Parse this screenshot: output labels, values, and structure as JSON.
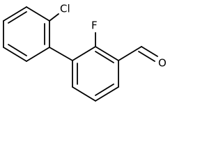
{
  "molecule": {
    "atom_labels": {
      "chlorine": "Cl",
      "fluorine": "F",
      "oxygen": "O"
    }
  }
}
